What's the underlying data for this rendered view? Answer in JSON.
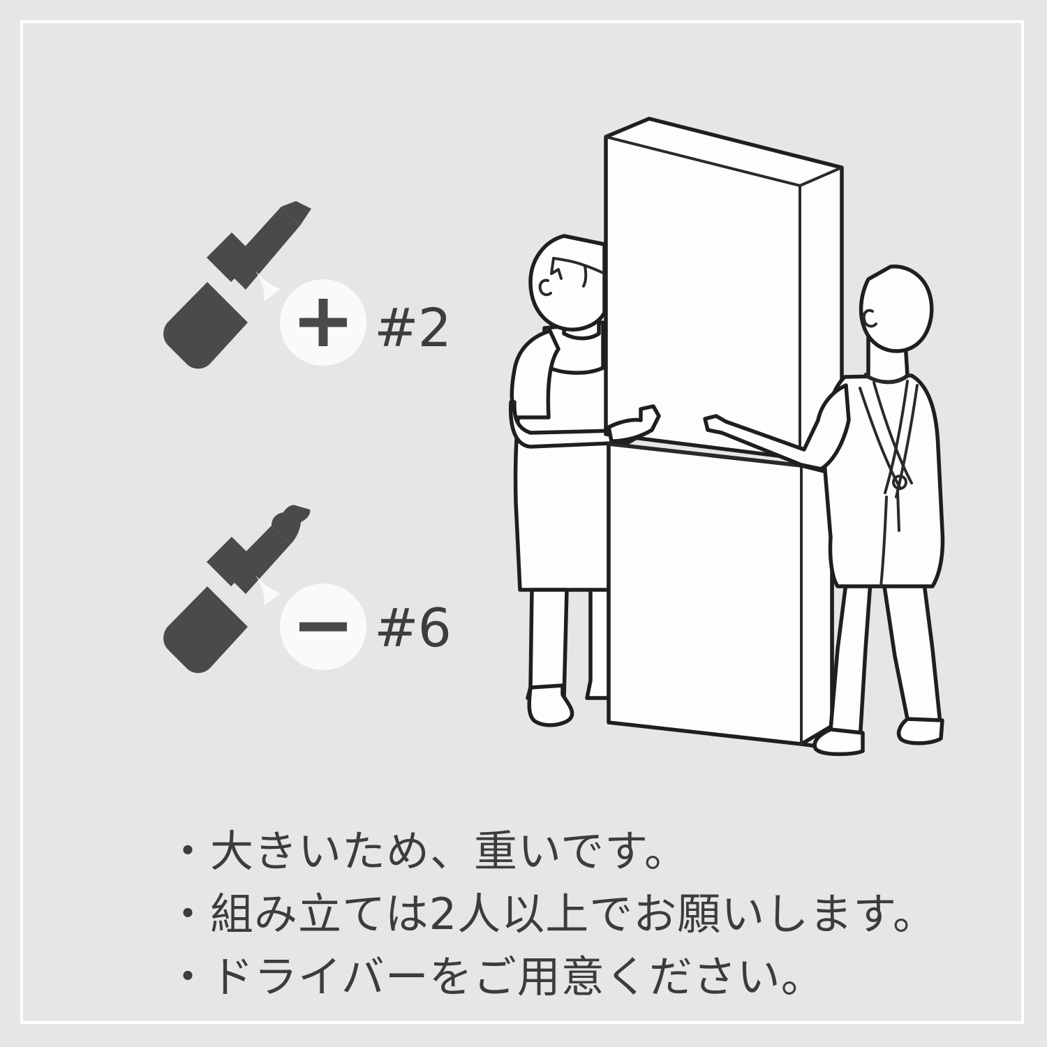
{
  "page": {
    "background_color": "#e6e6e6",
    "frame_color": "#ffffff",
    "ink_color": "#1f1f1f",
    "tool_color": "#4a4a4a",
    "text_color": "#3c3c3c"
  },
  "tools": [
    {
      "icon": "phillips-screwdriver-icon",
      "bubble_symbol": "plus",
      "size_label": "#2"
    },
    {
      "icon": "flathead-screwdriver-icon",
      "bubble_symbol": "minus",
      "size_label": "#6"
    }
  ],
  "illustration": {
    "name": "two-people-carrying-tall-cabinet",
    "people": [
      {
        "name": "person-left-apron",
        "facing": "right"
      },
      {
        "name": "person-right-coat",
        "facing": "left"
      }
    ],
    "boxes": [
      {
        "name": "upper-cabinet-box"
      },
      {
        "name": "lower-cabinet-box"
      }
    ]
  },
  "notes": {
    "lines": [
      "・大きいため、重いです。",
      "・組み立ては2人以上でお願いします。",
      "・ドライバーをご用意ください。"
    ]
  }
}
